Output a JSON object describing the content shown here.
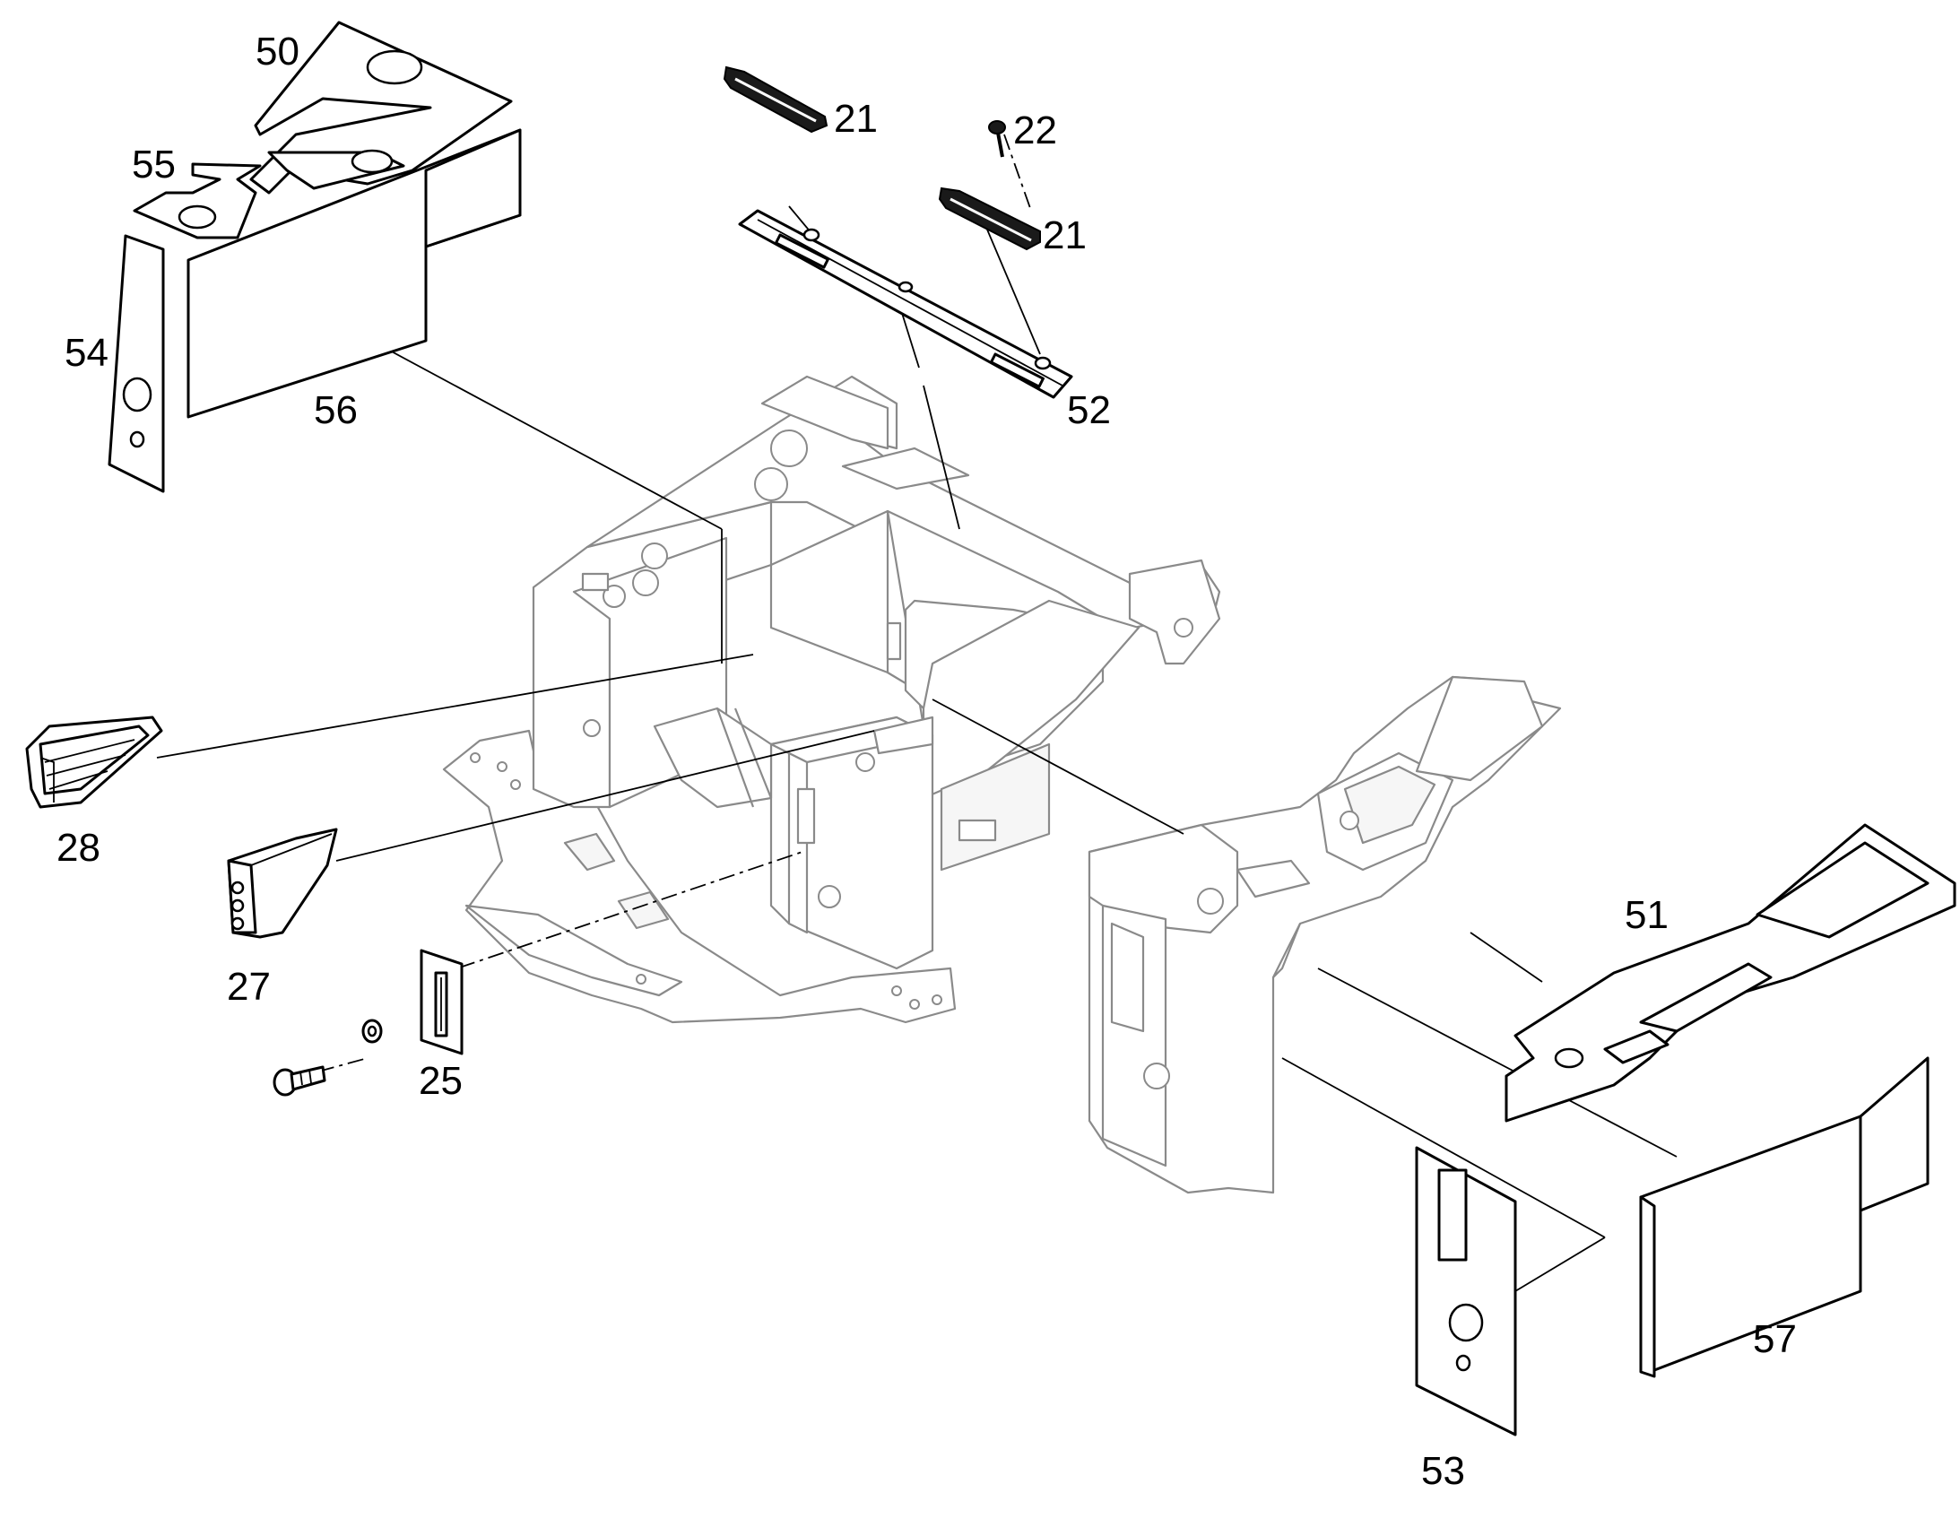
{
  "callouts": {
    "p50": "50",
    "p55": "55",
    "p54": "54",
    "p56": "56",
    "p21a": "21",
    "p21b": "21",
    "p22": "22",
    "p52": "52",
    "p28": "28",
    "p27": "27",
    "p25": "25",
    "p51": "51",
    "p53": "53",
    "p57": "57"
  }
}
